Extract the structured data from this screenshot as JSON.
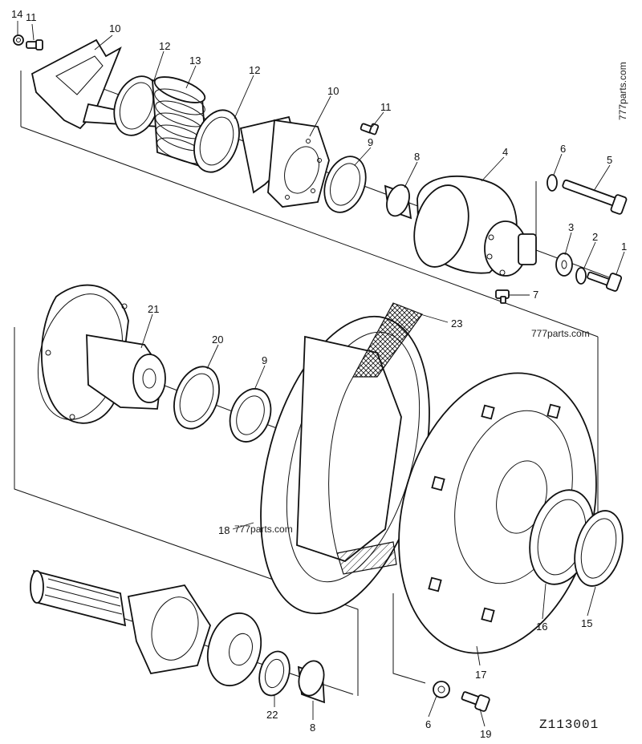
{
  "diagram": {
    "code": "Z113001",
    "watermarks": [
      "777parts.com",
      "777parts.com",
      "777parts.com"
    ],
    "callouts": [
      {
        "id": "c14",
        "text": "14"
      },
      {
        "id": "c11a",
        "text": "11"
      },
      {
        "id": "c10a",
        "text": "10"
      },
      {
        "id": "c12a",
        "text": "12"
      },
      {
        "id": "c13",
        "text": "13"
      },
      {
        "id": "c12b",
        "text": "12"
      },
      {
        "id": "c10b",
        "text": "10"
      },
      {
        "id": "c11b",
        "text": "11"
      },
      {
        "id": "c9a",
        "text": "9"
      },
      {
        "id": "c8a",
        "text": "8"
      },
      {
        "id": "c4",
        "text": "4"
      },
      {
        "id": "c6a",
        "text": "6"
      },
      {
        "id": "c5",
        "text": "5"
      },
      {
        "id": "c3",
        "text": "3"
      },
      {
        "id": "c2",
        "text": "2"
      },
      {
        "id": "c1",
        "text": "1"
      },
      {
        "id": "c7",
        "text": "7"
      },
      {
        "id": "c21",
        "text": "21"
      },
      {
        "id": "c20",
        "text": "20"
      },
      {
        "id": "c9b",
        "text": "9"
      },
      {
        "id": "c23",
        "text": "23"
      },
      {
        "id": "c18",
        "text": "18"
      },
      {
        "id": "c16",
        "text": "16"
      },
      {
        "id": "c15",
        "text": "15"
      },
      {
        "id": "c17",
        "text": "17"
      },
      {
        "id": "c22",
        "text": "22"
      },
      {
        "id": "c8b",
        "text": "8"
      },
      {
        "id": "c6b",
        "text": "6"
      },
      {
        "id": "c19",
        "text": "19"
      }
    ]
  }
}
